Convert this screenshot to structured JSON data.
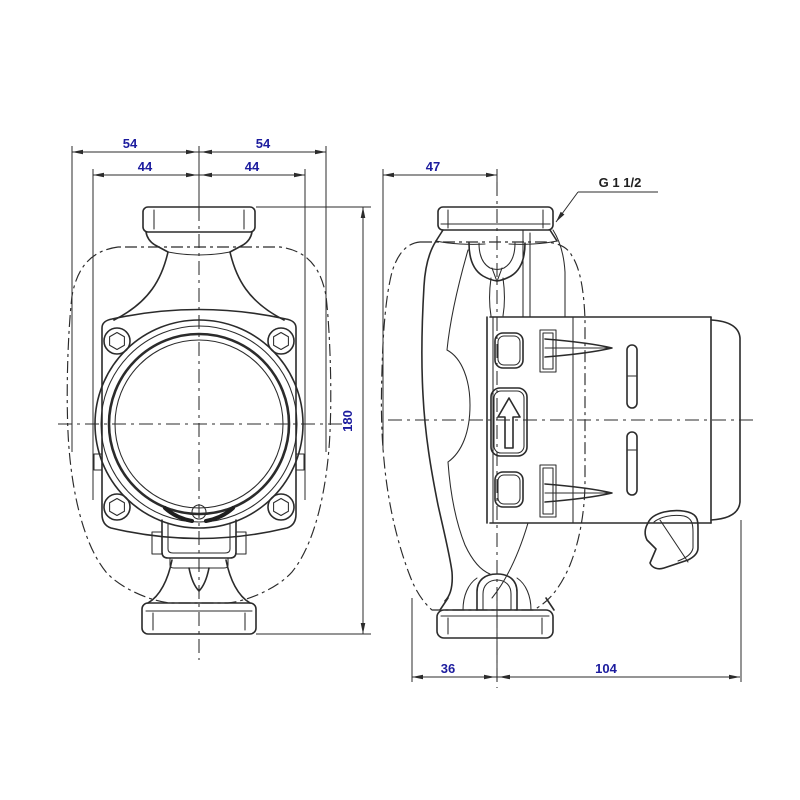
{
  "drawing": {
    "type": "technical-dimension-drawing",
    "subject": "circulator-pump two-view dimensional drawing",
    "views": {
      "front": {
        "name": "front-view",
        "dimensions": {
          "top_outer_left": "54",
          "top_outer_right": "54",
          "top_inner_left": "44",
          "top_inner_right": "44",
          "overall_height": "180"
        }
      },
      "side": {
        "name": "side-view",
        "dimensions": {
          "port_axis_offset": "47",
          "foot_left": "36",
          "foot_right": "104"
        },
        "labels": {
          "connection_thread": "G 1 1/2"
        }
      }
    },
    "colors": {
      "background": "#ffffff",
      "line": "#2b2b2b",
      "dimension_text": "#1c1c9e",
      "label_text": "#1f1f1f"
    }
  }
}
